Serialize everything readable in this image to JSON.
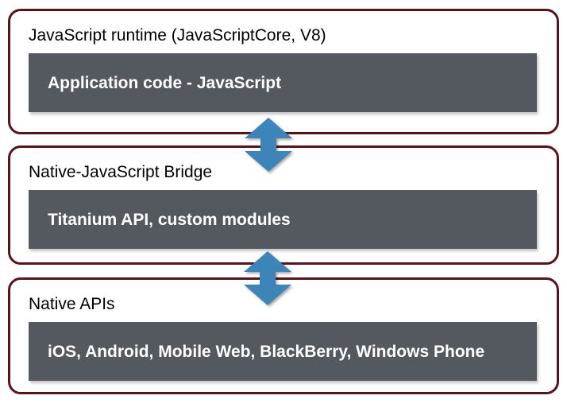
{
  "diagram": {
    "layers": [
      {
        "label": "JavaScript runtime (JavaScriptCore, V8)",
        "content": "Application code - JavaScript"
      },
      {
        "label": "Native-JavaScript Bridge",
        "content": "Titanium API, custom modules"
      },
      {
        "label": "Native APIs",
        "content": "iOS, Android, Mobile Web, BlackBerry, Windows Phone"
      }
    ],
    "arrows": [
      {
        "icon": "up-down-arrow-icon"
      },
      {
        "icon": "up-down-arrow-icon"
      }
    ],
    "colors": {
      "background": "#ffffff",
      "outer_border": "#5c1216",
      "content_fill": "#545960",
      "content_text": "#ffffff",
      "label_text": "#000000",
      "arrow_fill": "#3d84b8"
    }
  }
}
